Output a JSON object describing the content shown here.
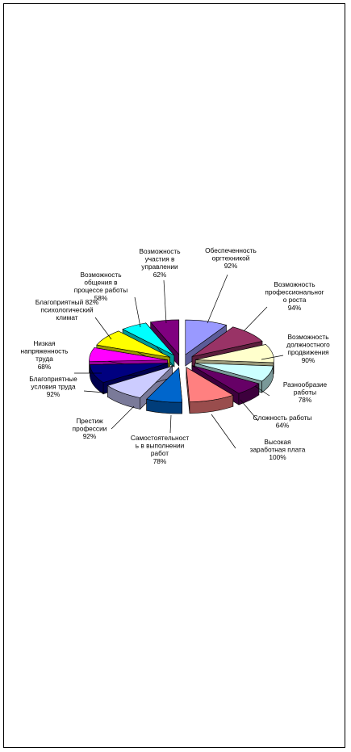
{
  "chart_data": {
    "type": "pie",
    "title": "",
    "unit": "%",
    "slices": [
      {
        "label": "Обеспеченность оргтехникой",
        "value": 92,
        "value_text": "92%",
        "color": "#9999FF"
      },
      {
        "label": "Возможность профессионального роста",
        "value": 94,
        "value_text": "94%",
        "color": "#993366"
      },
      {
        "label": "Возможность должностного продвижения",
        "value": 90,
        "value_text": "90%",
        "color": "#FFFFCC"
      },
      {
        "label": "Разнообразие работы",
        "value": 78,
        "value_text": "78%",
        "color": "#CCFFFF"
      },
      {
        "label": "Сложность работы",
        "value": 64,
        "value_text": "64%",
        "color": "#660066"
      },
      {
        "label": "Высокая заработная плата",
        "value": 100,
        "value_text": "100%",
        "color": "#FF8080"
      },
      {
        "label": "Самостоятельность в выполнении работ",
        "value": 78,
        "value_text": "78%",
        "color": "#0066CC"
      },
      {
        "label": "Престиж профессии",
        "value": 92,
        "value_text": "92%",
        "color": "#CCCCFF"
      },
      {
        "label": "Благоприятные условия труда",
        "value": 92,
        "value_text": "92%",
        "color": "#000080"
      },
      {
        "label": "Низкая напряженность труда",
        "value": 68,
        "value_text": "68%",
        "color": "#FF00FF"
      },
      {
        "label": "Благоприятный психологический климат",
        "value": 82,
        "value_text": "82%",
        "color": "#FFFF00"
      },
      {
        "label": "Возможность общения в процессе работы",
        "value": 58,
        "value_text": "58%",
        "color": "#00FFFF"
      },
      {
        "label": "Возможность участия в управлении",
        "value": 62,
        "value_text": "62%",
        "color": "#800080"
      }
    ]
  }
}
